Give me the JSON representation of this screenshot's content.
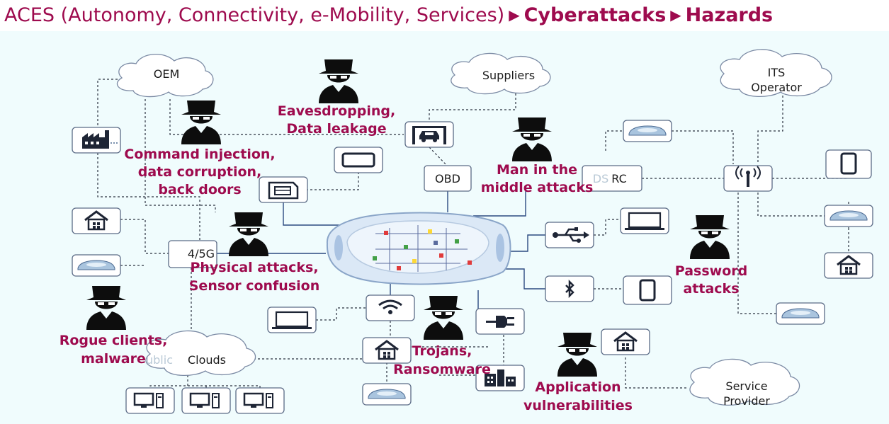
{
  "title": {
    "part1": "ACES (Autonomy, Connectivity, e-Mobility, Services)",
    "arrow1": "▶",
    "part2": "Cyberattacks",
    "arrow2": "▶",
    "part3": "Hazards"
  },
  "nodes": {
    "oem": "OEM",
    "suppliers": "Suppliers",
    "its_line1": "ITS",
    "its_line2": "Operator",
    "obd": "OBD",
    "dsrc": "RC",
    "dsrc_ghost": "DS",
    "g45": "4/5G",
    "clouds": "Clouds",
    "clouds_ghost": "ublic",
    "service_line1": "Service",
    "service_line2": "Provider"
  },
  "threats": {
    "eavesdropping": [
      "Eavesdropping,",
      "Data leakage"
    ],
    "command": [
      "Command injection,",
      "data corruption,",
      "back doors"
    ],
    "mitm": [
      "Man in the",
      "middle attacks"
    ],
    "physical": [
      "Physical attacks,",
      "Sensor confusion"
    ],
    "password": [
      "Password",
      "attacks"
    ],
    "rogue": [
      "Rogue clients,",
      "malware"
    ],
    "trojans": [
      "Trojans,",
      "Ransomware"
    ],
    "application": [
      "Application",
      "vulnerabilities"
    ]
  },
  "colors": {
    "threat": "#9e0b4e",
    "panel": "#f0fcfd",
    "lines": "#2b3140"
  },
  "icons": [
    "factory-icon",
    "house-icon",
    "car-icon",
    "phone-icon",
    "sim-card-icon",
    "car-lift-icon",
    "usb-icon",
    "laptop-icon",
    "bluetooth-icon",
    "tablet-icon",
    "wifi-icon",
    "plug-icon",
    "building-icon",
    "monitor-icon",
    "antenna-icon",
    "hacker-icon"
  ]
}
